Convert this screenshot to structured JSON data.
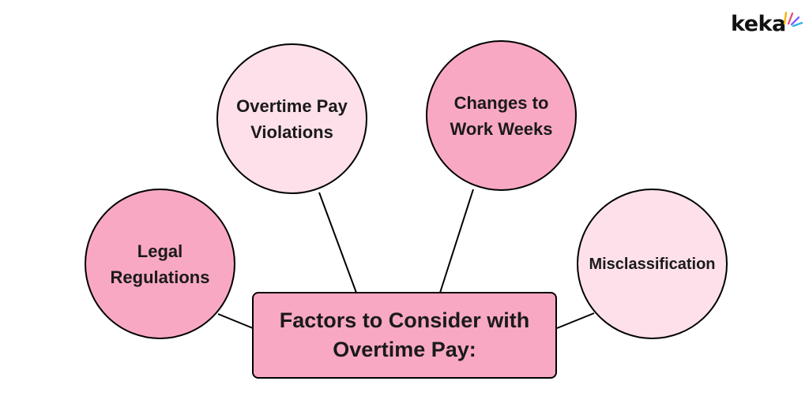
{
  "brand": {
    "name": "keka",
    "ray_colors": [
      "#f7b500",
      "#e94e77",
      "#7b61ff",
      "#2bb5e8"
    ]
  },
  "colors": {
    "light_pink": "#fde0ea",
    "dark_pink": "#f9a8c4",
    "outline": "#000000"
  },
  "center": {
    "label": "Factors to Consider with\nOvertime Pay:",
    "fill": "#f9a8c4"
  },
  "factors": [
    {
      "label": "Legal\nRegulations",
      "fill": "#f9a8c4"
    },
    {
      "label": "Overtime Pay\nViolations",
      "fill": "#fde0ea"
    },
    {
      "label": "Changes to\nWork Weeks",
      "fill": "#f9a8c4"
    },
    {
      "label": "Misclassification",
      "fill": "#fde0ea"
    }
  ]
}
